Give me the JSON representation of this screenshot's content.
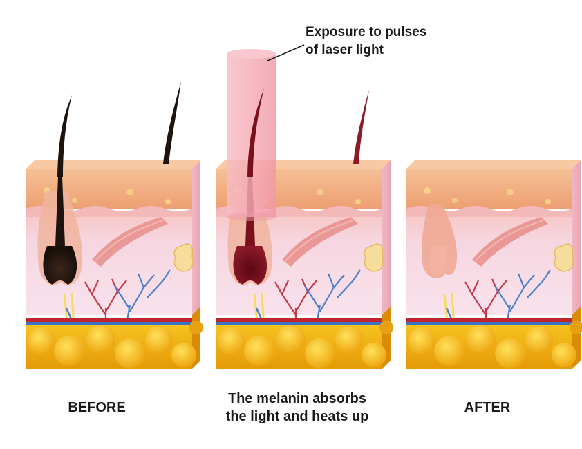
{
  "annotation": {
    "laser_line1": "Exposure to pulses",
    "laser_line2": "of laser light"
  },
  "captions": {
    "before": "BEFORE",
    "middle_line1": "The melanin absorbs",
    "middle_line2": "the light and heats up",
    "after": "AFTER"
  },
  "colors": {
    "skin_top": "#f1b385",
    "dermis": "#f5d3dd",
    "fat": "#f2b416",
    "hair_dark": "#1e130f",
    "hair_heated": "#7a0f1e",
    "laser": "#f2a8b3",
    "artery": "#c0242c",
    "vein": "#3a73c2"
  }
}
